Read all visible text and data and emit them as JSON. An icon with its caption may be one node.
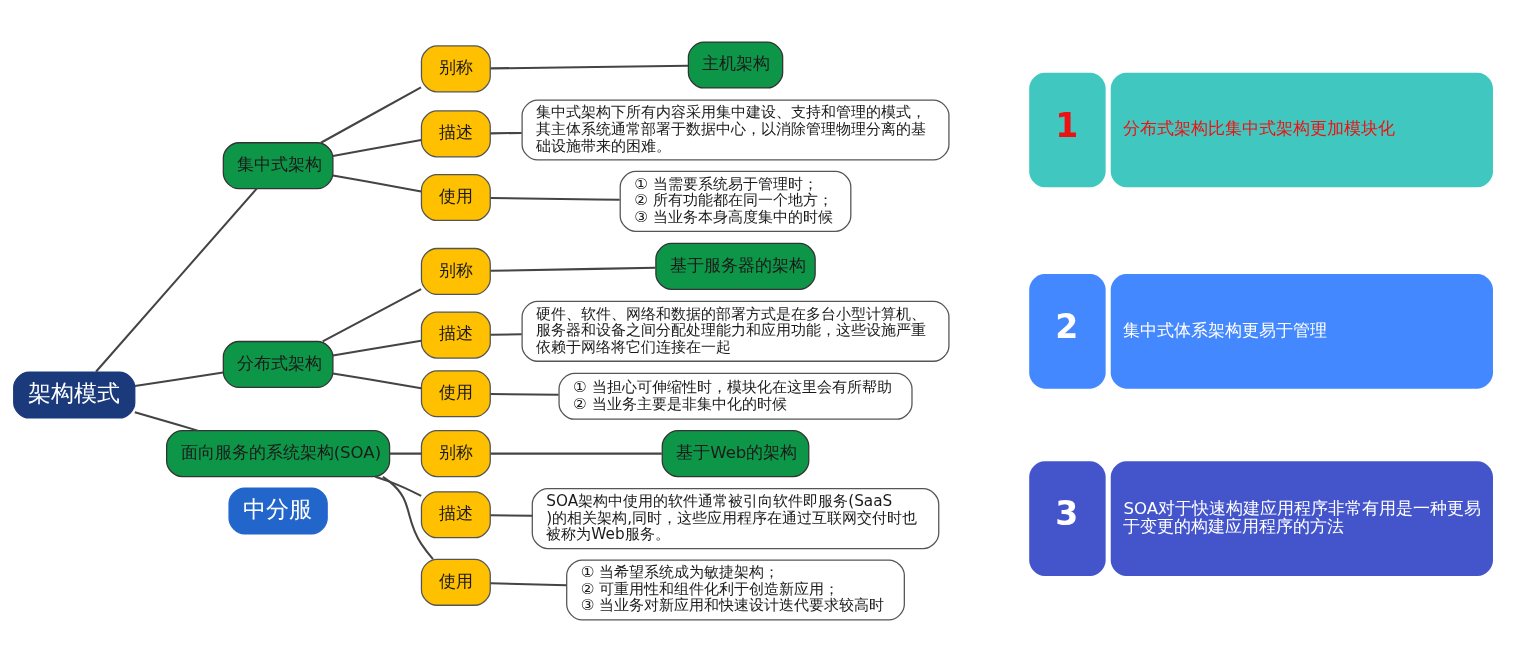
{
  "diagram": {
    "nodes": [
      {
        "text": [
          "架构模式"
        ]
      },
      {
        "text": [
          "集中式架构"
        ]
      },
      {
        "text": [
          "别称"
        ]
      },
      {
        "text": [
          "主机架构"
        ]
      },
      {
        "text": [
          "描述"
        ]
      },
      {
        "text": [
          "集中式架构下所有内容采用集中建设、支持和管理的模式，其主体系统通常部署于数据中心，以消除管理物理分离的基础设施带来的困难。"
        ]
      },
      {
        "text": [
          "使用"
        ]
      },
      {
        "text": [
          "① 当需要系统易于管理时；",
          "② 所有功能都在同一个地方；",
          "③ 当业务本身高度集中的时候"
        ]
      },
      {
        "text": [
          "分布式架构"
        ]
      },
      {
        "text": [
          "别称"
        ]
      },
      {
        "text": [
          "基于服务器的架构"
        ]
      },
      {
        "text": [
          "描述"
        ]
      },
      {
        "text": [
          "硬件、软件、网络和数据的部署方式是在多台小型计算机、服务器和设备之间分配处理能力和应用功能，这些设施严重依赖于网络将它们连接在一起"
        ]
      },
      {
        "text": [
          "使用"
        ]
      },
      {
        "text": [
          "① 当担心可伸缩性时，模块化在这里会有所帮助",
          "② 当业务主要是非集中化的时候"
        ]
      },
      {
        "text": [
          "面向服务的系统架构(SOA)"
        ]
      },
      {
        "text": [
          "别称"
        ]
      },
      {
        "text": [
          "基于Web的架构"
        ]
      },
      {
        "text": [
          "描述"
        ]
      },
      {
        "text": [
          "SOA架构中使用的软件通常被引向软件即服务(SaaS)的相关架构,同时，这些应用程序在通过互联网交付时也被称为Web服务。"
        ]
      },
      {
        "text": [
          "使用"
        ]
      },
      {
        "text": [
          "① 当希望系统成为敏捷架构；",
          "② 可重用性和组件化利于创造新应用；",
          "③ 当业务对新应用和快速设计迭代要求较高时"
        ]
      },
      {
        "text": [
          "中分服"
        ]
      },
      {
        "text": [
          "1",
          "分布式架构比集中式架构更加模块化"
        ]
      },
      {
        "text": [
          "2",
          "集中式体系架构更易于管理"
        ]
      },
      {
        "text": [
          "3",
          "SOA对于快速构建应用程序非常有用是一种更易于变更的构建应用程序的方法"
        ]
      }
    ],
    "edges": [
      {
        "from": 0,
        "to": 1,
        "arrow": "none"
      },
      {
        "from": 0,
        "to": 8,
        "arrow": "none"
      },
      {
        "from": 0,
        "to": 15,
        "arrow": "none"
      },
      {
        "from": 1,
        "to": 2,
        "arrow": "none"
      },
      {
        "from": 1,
        "to": 4,
        "arrow": "none"
      },
      {
        "from": 1,
        "to": 6,
        "arrow": "none"
      },
      {
        "from": 2,
        "to": 3,
        "arrow": "none"
      },
      {
        "from": 4,
        "to": 5,
        "arrow": "none"
      },
      {
        "from": 6,
        "to": 7,
        "arrow": "none"
      },
      {
        "from": 8,
        "to": 9,
        "arrow": "none"
      },
      {
        "from": 8,
        "to": 11,
        "arrow": "none"
      },
      {
        "from": 8,
        "to": 13,
        "arrow": "none"
      },
      {
        "from": 9,
        "to": 10,
        "arrow": "none"
      },
      {
        "from": 11,
        "to": 12,
        "arrow": "none"
      },
      {
        "from": 13,
        "to": 14,
        "arrow": "none"
      },
      {
        "from": 15,
        "to": 16,
        "arrow": "none"
      },
      {
        "from": 15,
        "to": 18,
        "arrow": "none"
      },
      {
        "from": 15,
        "to": 20,
        "arrow": "none"
      },
      {
        "from": 16,
        "to": 17,
        "arrow": "none"
      },
      {
        "from": 18,
        "to": 19,
        "arrow": "none"
      },
      {
        "from": 20,
        "to": 21,
        "arrow": "none"
      }
    ]
  }
}
